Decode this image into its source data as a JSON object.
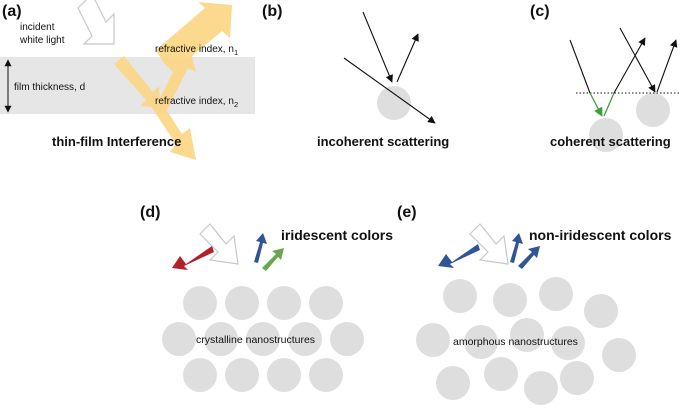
{
  "panels": {
    "a": {
      "label": "(a)",
      "incident_line1": "incident",
      "incident_line2": "white light",
      "thickness_label": "film thickness, d",
      "ri1_text": "refractive index, n",
      "ri1_sub": "1",
      "ri2_text": "refractive index, n",
      "ri2_sub": "2",
      "caption": "thin-film Interference"
    },
    "b": {
      "label": "(b)",
      "caption": "incoherent scattering"
    },
    "c": {
      "label": "(c)",
      "caption": "coherent scattering"
    },
    "d": {
      "label": "(d)",
      "colors_label": "iridescent colors",
      "structure_label": "crystalline  nanostructures"
    },
    "e": {
      "label": "(e)",
      "colors_label": "non-iridescent colors",
      "structure_label": "amorphous  nanostructures"
    }
  },
  "colors": {
    "film": "#e6e6e6",
    "sphere": "#dedede",
    "light_arrow": "#fbd88a",
    "red": "#b3202a",
    "blue": "#2f5596",
    "green": "#6aa84f",
    "coherent_green": "#3aa03a"
  }
}
